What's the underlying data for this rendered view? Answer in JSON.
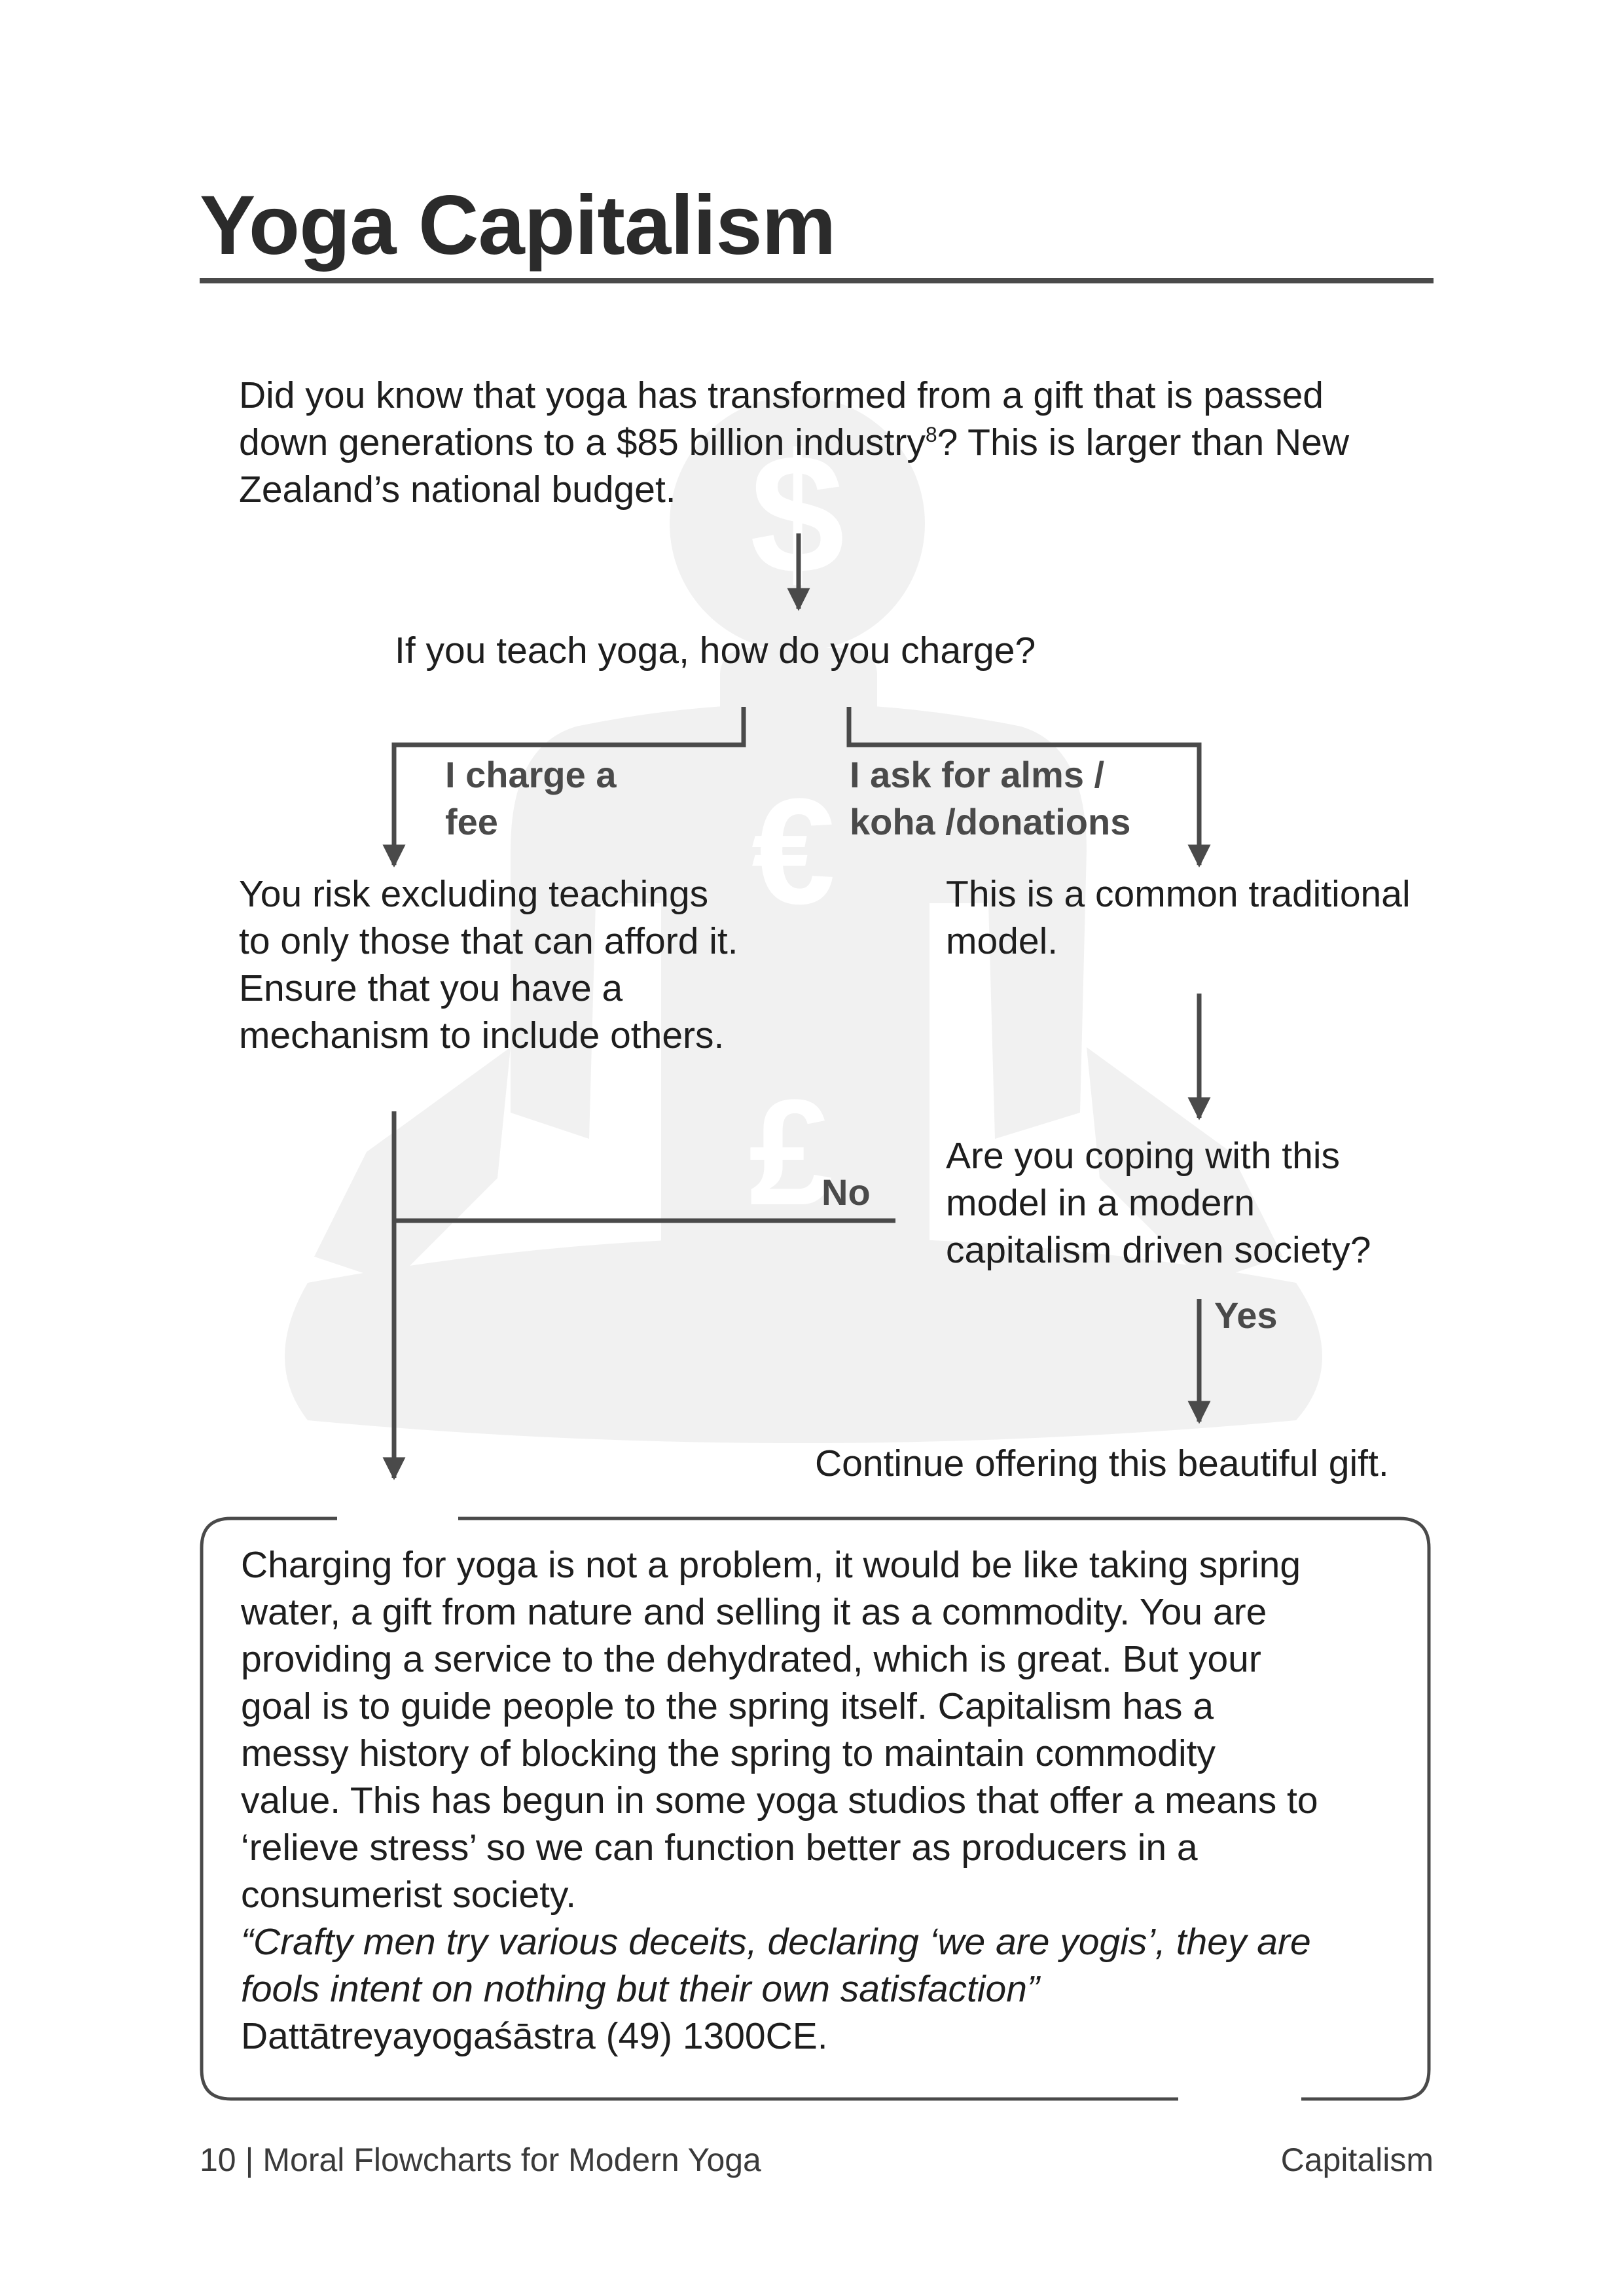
{
  "page": {
    "title": "Yoga Capitalism",
    "intro": [
      "Did you know that yoga has transformed from a gift that is passed",
      "down generations to a $85 billion industry",
      "8",
      "? This is larger than New",
      "Zealand’s national budget."
    ],
    "watermark_symbols": [
      "$",
      "€",
      "£"
    ]
  },
  "flow": {
    "question": "If you teach yoga, how do you charge?",
    "fee_label": [
      "I charge a",
      "fee"
    ],
    "alms_label": [
      "I ask for alms /",
      "koha /donations"
    ],
    "risk": [
      "You risk excluding teachings",
      "to only those that can afford it.",
      "Ensure that you have a",
      "mechanism to include others."
    ],
    "common": [
      "This is a common traditional",
      "model."
    ],
    "coping": [
      "Are you coping with this",
      "model in a modern",
      "capitalism driven society?"
    ],
    "no_label": "No",
    "yes_label": "Yes",
    "continue": "Continue offering this beautiful gift."
  },
  "box": {
    "lines": [
      "Charging for yoga is not a problem, it would be like taking spring",
      "water, a gift from nature and selling it as a commodity. You are",
      "providing a service to the dehydrated, which is great. But your",
      "goal is to guide people to the spring itself. Capitalism has a",
      "messy history of blocking the spring to maintain commodity",
      "value. This has begun in some yoga studios that offer a means to",
      "‘relieve stress’ so we can function better as producers in a",
      "consumerist society."
    ],
    "quote": [
      "“Crafty men try various deceits, declaring ‘we are yogis’, they are",
      "fools intent on nothing but their own satisfaction”"
    ],
    "citation": "Dattātreyayogaśāstra (49) 1300CE."
  },
  "footer": {
    "left": "10 | Moral Flowcharts for Modern Yoga",
    "right": "Capitalism"
  },
  "colors": {
    "line": "#4a4a4a",
    "watermark": "#f0f0f0",
    "text": "#1e1e1e"
  }
}
